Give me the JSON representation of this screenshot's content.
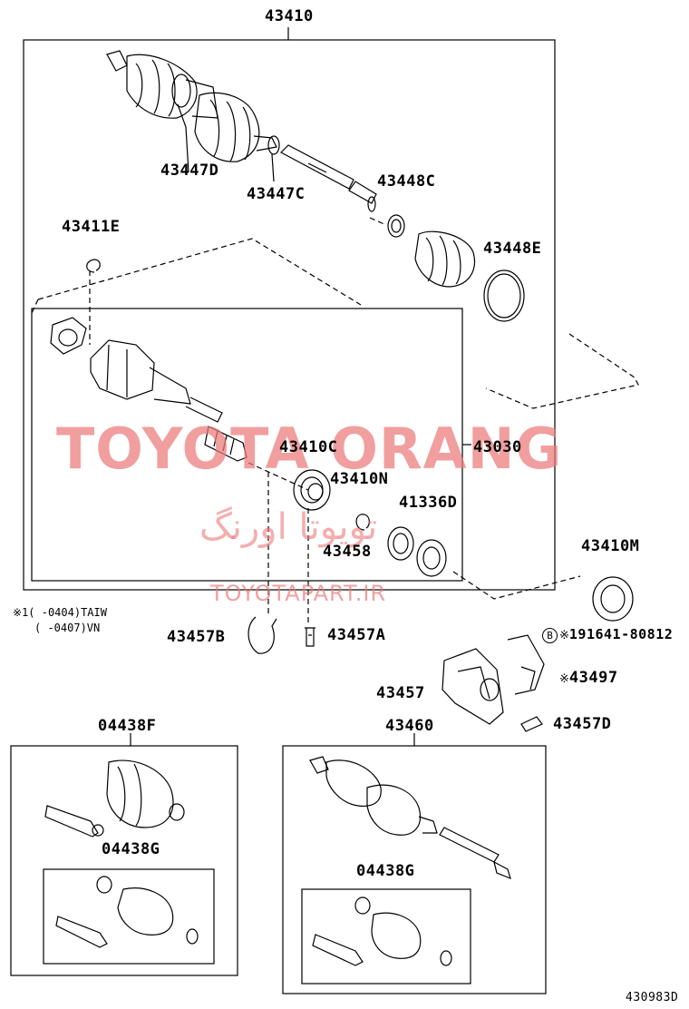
{
  "labels": {
    "p43410": "43410",
    "p43447D": "43447D",
    "p43447C": "43447C",
    "p43448C": "43448C",
    "p43448E": "43448E",
    "p43411E": "43411E",
    "p43030": "43030",
    "p43410C": "43410C",
    "p43410N": "43410N",
    "p41336D": "41336D",
    "p43458": "43458",
    "p43410M": "43410M",
    "p43457B": "43457B",
    "p43457A": "43457A",
    "p191641": "191641-80812",
    "p43497": "43497",
    "p43457": "43457",
    "p43457D": "43457D",
    "p04438F": "04438F",
    "p04438G_left": "04438G",
    "p43460": "43460",
    "p04438G_right": "04438G"
  },
  "notes": {
    "line1": "※1(    -0404)TAIW",
    "line2": "(    -0407)VN",
    "ref_mark": "※",
    "circle_b": "B"
  },
  "watermark": {
    "main": "TOYOTA ORANG",
    "farsi": "تویوتا اورنگ",
    "url": "TOYOTAPART.IR"
  },
  "diagram_id": "430983D"
}
